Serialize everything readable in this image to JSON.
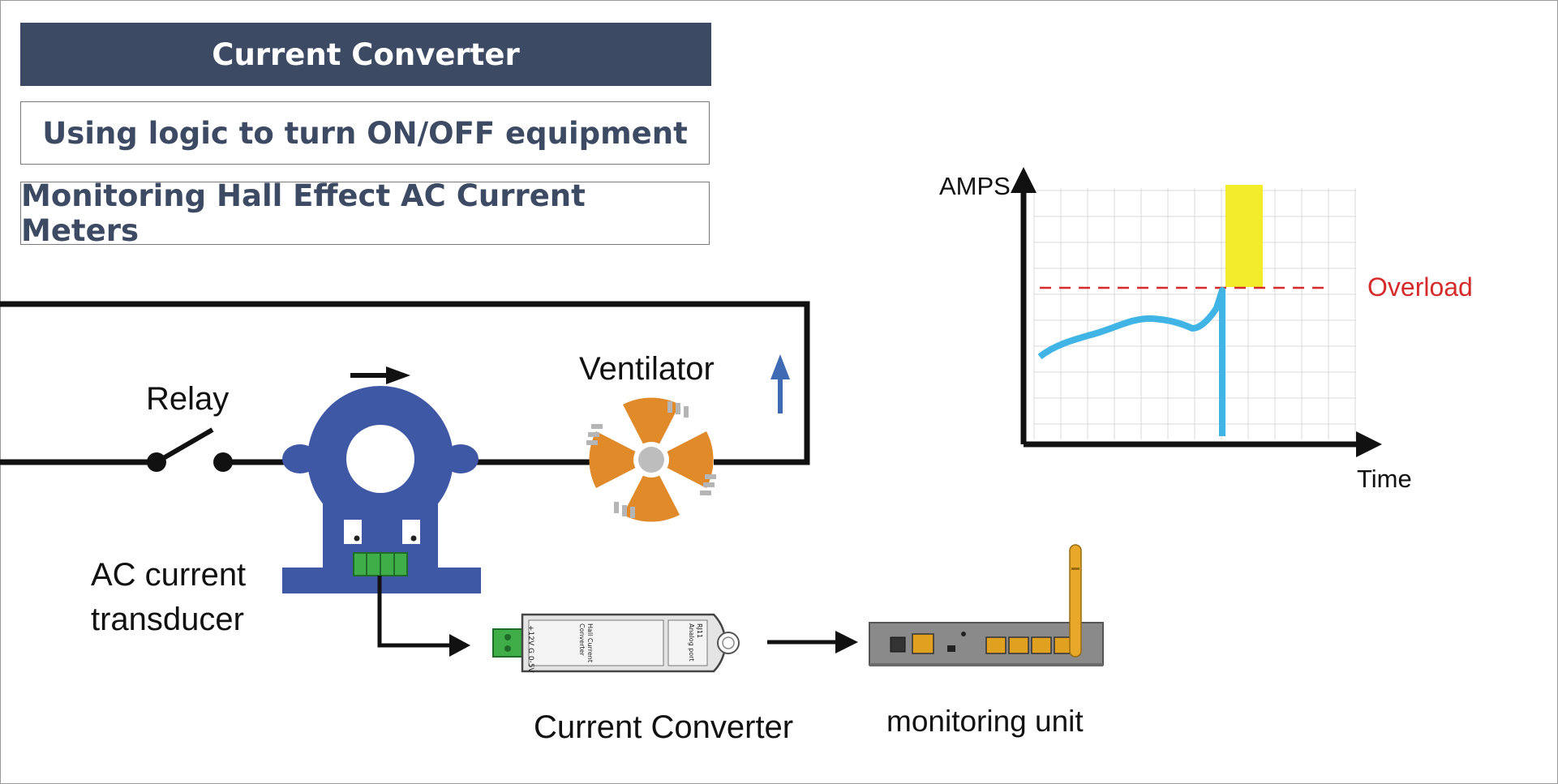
{
  "header": {
    "title": "Current Converter",
    "subtitle_1": "Using logic to turn ON/OFF equipment",
    "subtitle_2": "Monitoring Hall Effect AC Current Meters"
  },
  "labels": {
    "relay": "Relay",
    "ventilator": "Ventilator",
    "transducer_line1": "AC current",
    "transducer_line2": "transducer",
    "converter": "Current Converter",
    "monitoring_unit": "monitoring unit",
    "device_text_1": "Hall Current",
    "device_text_2": "Converter",
    "device_text_3": "RJ11",
    "device_text_4": "Analog port",
    "device_pins": "+12V  G  0-5V"
  },
  "chart": {
    "y_label": "AMPS",
    "x_label": "Time",
    "threshold_label": "Overload"
  },
  "colors": {
    "header_bg": "#3d4a63",
    "transducer": "#3f58a6",
    "fan": "#e08a2a",
    "current_line": "#3fb4e5",
    "overload": "#d62b2b",
    "highlight": "#f2ec2a",
    "terminal": "#3fae49"
  }
}
